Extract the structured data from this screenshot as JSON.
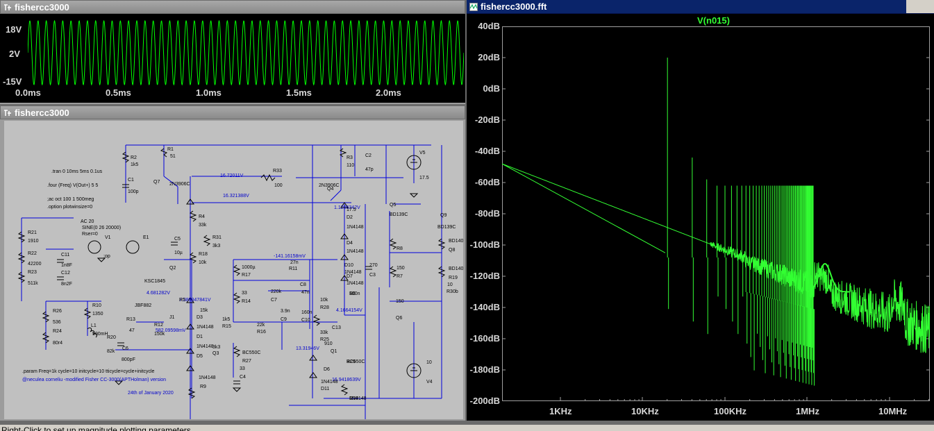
{
  "windows": {
    "transient": {
      "title": "fishercc3000",
      "y_ticks": [
        "18V",
        "2V",
        "-15V"
      ],
      "x_ticks": [
        "0.0ms",
        "0.5ms",
        "1.0ms",
        "1.5ms",
        "2.0ms"
      ],
      "trace_color": "#00ff00"
    },
    "schematic": {
      "title": "fishercc3000",
      "directives": [
        ".tran 0 10ms 5ms 0.1us",
        ".four (Freq) V(Out+) 5 5",
        ";ac oct 100 1 500meg",
        ".option plotwinsize=0",
        ".param Freq=1k cycle=10 initcycle=10 tticycle=cycle+initcycle"
      ],
      "credits": [
        "@neculea corneliu -modified Fisher CC-3000(APTHolman) version",
        "24th of January 2020"
      ],
      "voltage_labels": [
        "16.72011V",
        "16.321388V",
        "1.1206342V",
        "-141.16158mV",
        "4.681282V",
        "7.389847841V",
        "582.09598mV",
        "13.31946V",
        "4.1664154V",
        "16.9418639V"
      ],
      "source_labels": [
        "AC 20",
        "SINE(0 26 20000)",
        "Rser=0",
        ";op"
      ],
      "components": [
        "R1",
        "51",
        "R2",
        "1k5",
        "C1",
        "100p",
        "R33",
        "100",
        "R3",
        "110",
        "C2",
        "47p",
        "V5",
        "17.5",
        "Q7",
        "2N3906C",
        "Q4",
        "2N3906C",
        "Q5",
        "BD139C",
        "Q9",
        "BD139C",
        "R4",
        "33k",
        "C5",
        "10µ",
        "R31",
        "3k3",
        "R18",
        "10k",
        "Q2",
        "KSC1845",
        "R21",
        "1910",
        "R22",
        "42200",
        "R23",
        "511k",
        "C11",
        "1n8F",
        "C12",
        "8n2F",
        "V1",
        "E1",
        "R10",
        "1350",
        "L1",
        "500mH",
        "R26",
        "536",
        "R24",
        "80r4",
        "R13",
        "47",
        "J1",
        "JBF882",
        "R12",
        "150k",
        "C6",
        "800pF",
        "R20",
        "82k",
        "R5",
        "15k",
        "D3",
        "1N4148",
        "D1",
        "1N4148",
        "D5",
        "1N4148",
        "R9",
        "3k3",
        "Q3",
        "BC550C",
        "R27",
        "33",
        "C4",
        "1000µ",
        "R17",
        "33",
        "R14",
        "1k5",
        "R15",
        "22k",
        "R16",
        "220k",
        "C7",
        "47n",
        "C8",
        "3.9n",
        "C9",
        "160n",
        "C10",
        "27n",
        "R11",
        "10k",
        "R28",
        "33k",
        "R25",
        "910",
        "Q1",
        "BC550C",
        "R29",
        "",
        "D6",
        "1N4148",
        "D11",
        "1N4148",
        "R30",
        "270",
        "C3",
        "100n",
        "R6",
        "",
        "R8",
        "150",
        "R7",
        "150",
        "Q6",
        "BD140C",
        "Q8",
        "BD140C",
        "R19",
        "10",
        "R30b",
        "10",
        "V4",
        "17.5",
        "D2",
        "1N4148",
        "D4",
        "1N4148",
        "D10",
        "1N4148",
        "D7",
        "1N4148",
        "C13",
        "",
        "R32",
        "",
        "GIN",
        "",
        "IN-",
        ""
      ]
    },
    "fft": {
      "title": "fishercc3000.fft",
      "trace_title": "V(n015)",
      "y_ticks": [
        "40dB",
        "20dB",
        "0dB",
        "-20dB",
        "-40dB",
        "-60dB",
        "-80dB",
        "-100dB",
        "-120dB",
        "-140dB",
        "-160dB",
        "-180dB",
        "-200dB"
      ],
      "x_ticks": [
        "1KHz",
        "10KHz",
        "100KHz",
        "1MHz",
        "10MHz"
      ],
      "trace_color": "#33ff33"
    }
  },
  "status": {
    "text": "Right-Click to set up magnitude plotting parameters"
  }
}
